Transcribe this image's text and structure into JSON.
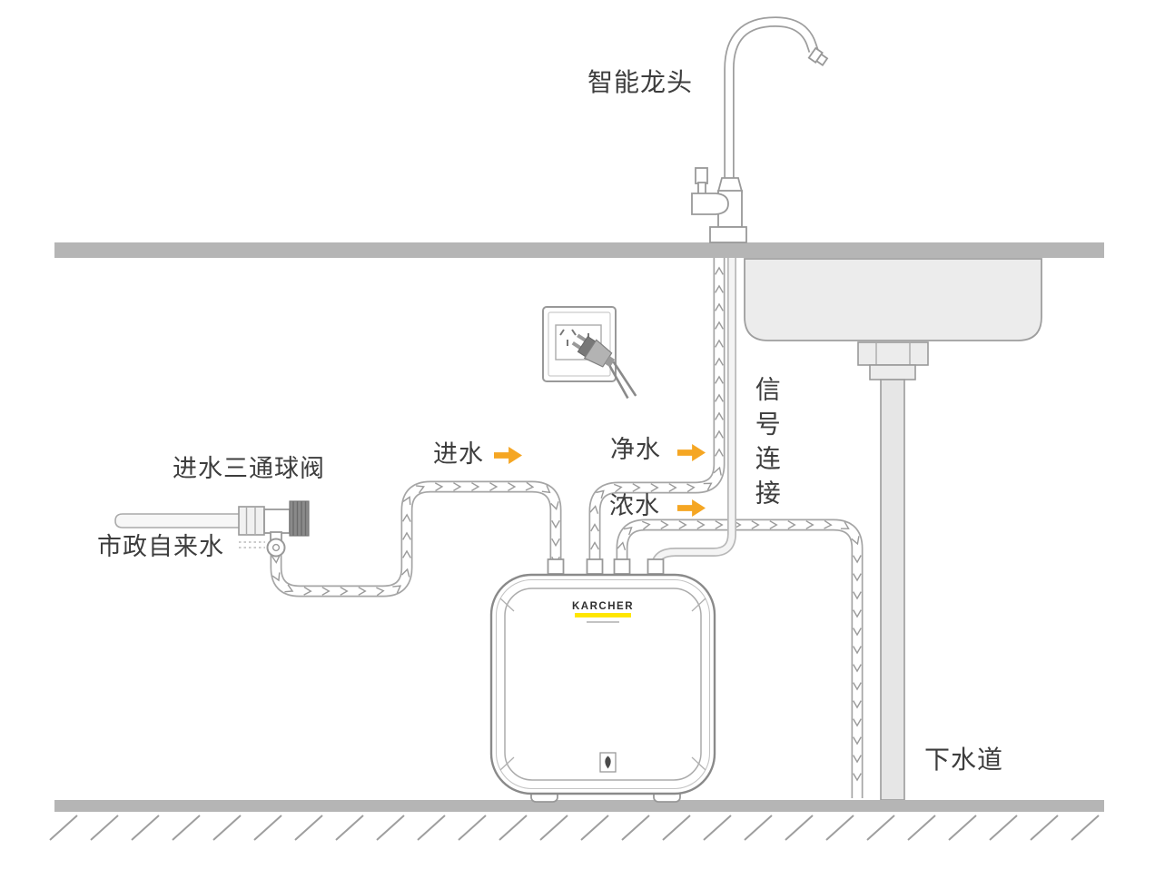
{
  "labels": {
    "smart_faucet": "智能龙头",
    "inlet_valve": "进水三通球阀",
    "municipal_water": "市政自来水",
    "inlet": "进水",
    "purified": "净水",
    "concentrate": "浓水",
    "signal": "信号连接",
    "sewer": "下水道"
  },
  "device": {
    "brand": "KARCHER"
  },
  "colors": {
    "flow_arrow": "#F5A623",
    "brand_underline": "#FFE600",
    "counter_gray": "#B5B5B5",
    "sink_fill": "#ECECEC",
    "pipe_outline": "#A5A5A5"
  },
  "icons": {
    "flow_arrow": "right-block-arrow",
    "chevron": "pipe-flow-chevron"
  }
}
